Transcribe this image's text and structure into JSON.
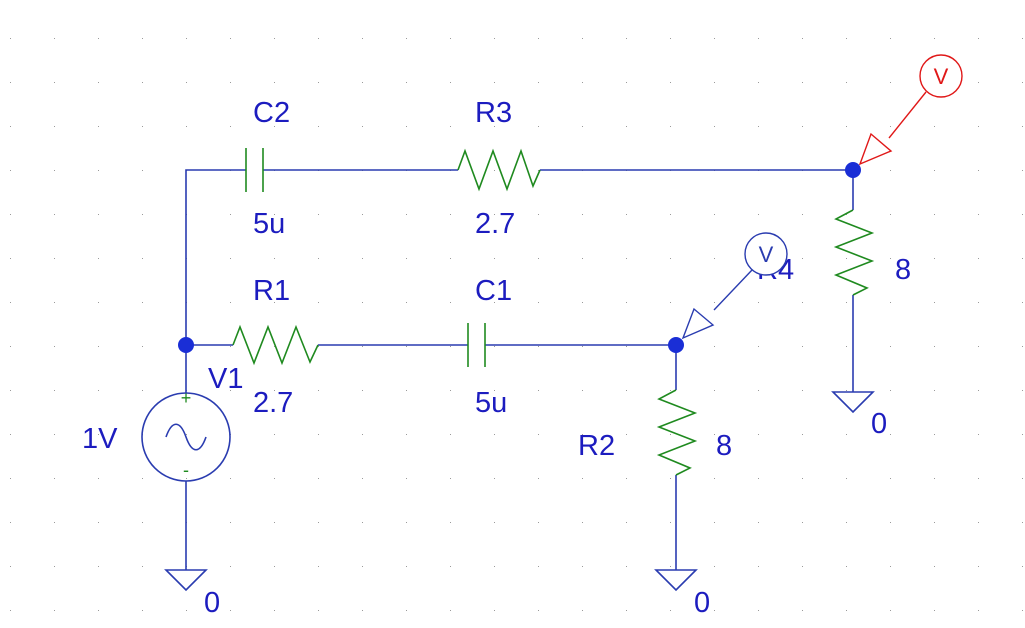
{
  "colors": {
    "wire": "#2a3cb0",
    "component": "#1f8a1f",
    "label": "#1c1cbf",
    "probe_red": "#e01818",
    "probe_blue": "#2a3cb0",
    "node": "#1a2ed6",
    "grid_dot": "#9a9a9a"
  },
  "components": {
    "c2": {
      "ref": "C2",
      "value": "5u",
      "icon": "capacitor-icon"
    },
    "r3": {
      "ref": "R3",
      "value": "2.7",
      "icon": "resistor-icon"
    },
    "r4": {
      "ref": "R4",
      "value": "8",
      "icon": "resistor-icon"
    },
    "r1": {
      "ref": "R1",
      "value": "2.7",
      "icon": "resistor-icon"
    },
    "c1": {
      "ref": "C1",
      "value": "5u",
      "icon": "capacitor-icon"
    },
    "r2": {
      "ref": "R2",
      "value": "8",
      "icon": "resistor-icon"
    },
    "v1": {
      "ref": "V1",
      "value": "1V",
      "icon": "ac-source-icon",
      "plus": "+",
      "minus": "-"
    }
  },
  "grounds": {
    "g1": {
      "label": "0",
      "icon": "ground-icon"
    },
    "g2": {
      "label": "0",
      "icon": "ground-icon"
    },
    "g3": {
      "label": "0",
      "icon": "ground-icon"
    }
  },
  "probes": {
    "p1": {
      "label": "V",
      "color": "#e01818",
      "icon": "voltage-probe-icon"
    },
    "p2": {
      "label": "V",
      "color": "#2a3cb0",
      "icon": "voltage-probe-icon"
    }
  }
}
